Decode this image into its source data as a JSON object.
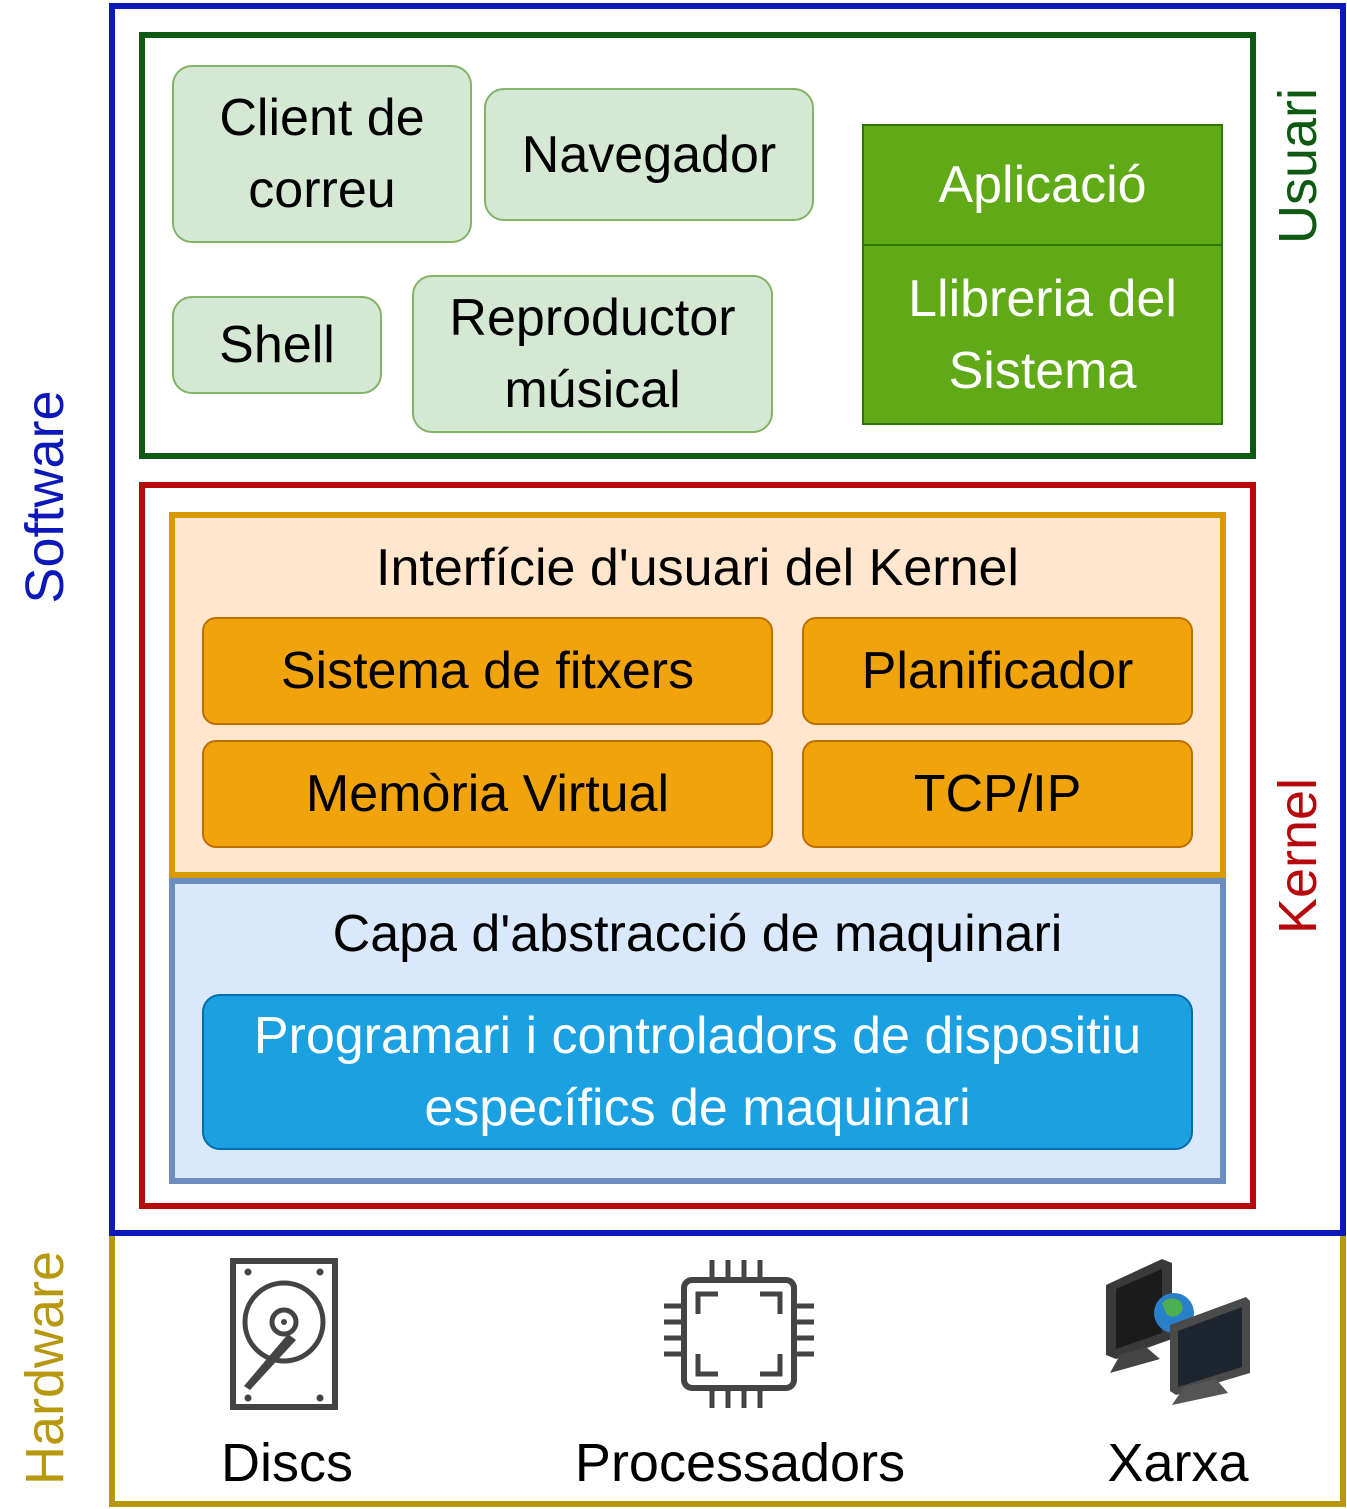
{
  "software": {
    "label": "Software",
    "user": {
      "label": "Usuari",
      "apps": [
        "Client de correu",
        "Navegador",
        "Shell",
        "Reproductor músical"
      ],
      "stack": {
        "top": "Aplicació",
        "bottom": "Llibreria del Sistema"
      }
    },
    "kernel": {
      "label": "Kernel",
      "interface_title": "Interfície d'usuari del Kernel",
      "modules": [
        "Sistema de fitxers",
        "Planificador",
        "Memòria Virtual",
        "TCP/IP"
      ],
      "hal": {
        "title": "Capa d'abstracció de maquinari",
        "drivers": "Programari i controladors de dispositiu específics de maquinari"
      }
    }
  },
  "hardware": {
    "label": "Hardware",
    "items": [
      {
        "label": "Discs",
        "icon": "hard-disk-icon"
      },
      {
        "label": "Processadors",
        "icon": "cpu-chip-icon"
      },
      {
        "label": "Xarxa",
        "icon": "network-computers-icon"
      }
    ]
  },
  "colors": {
    "software_border": "#0c18b8",
    "user_border": "#0f5a12",
    "kernel_border": "#b5090e",
    "hardware_border": "#b8980f",
    "app_fill": "#d5e8d4",
    "stack_fill": "#60a917",
    "interface_fill": "#ffe6cc",
    "module_fill": "#f0a30a",
    "hal_fill": "#dae8fc",
    "driver_fill": "#1ba1e2"
  }
}
